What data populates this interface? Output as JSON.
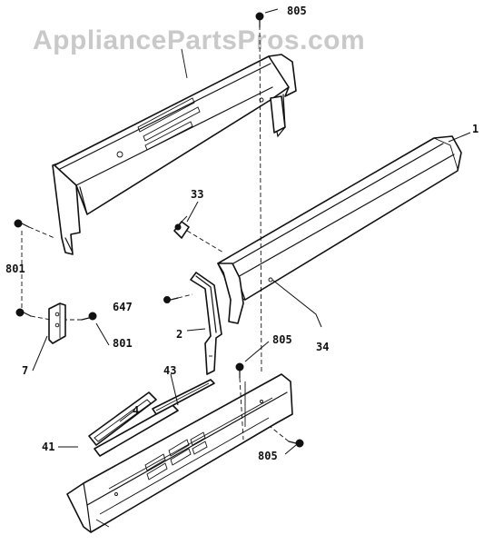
{
  "watermark": {
    "text": "AppliancePartsPros.com"
  },
  "parts": {
    "p1": "1",
    "p2": "2",
    "p4": "4",
    "p7": "7",
    "p33": "33",
    "p34": "34",
    "p41": "41",
    "p43": "43",
    "p647": "647",
    "p801_top": "801",
    "p801_bottom": "801",
    "p805_top": "805",
    "p805_mid": "805",
    "p805_bottom": "805"
  }
}
